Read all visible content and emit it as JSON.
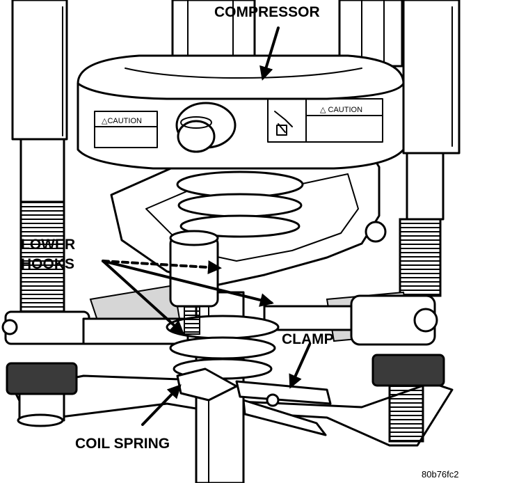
{
  "labels": {
    "compressor": "COMPRESSOR",
    "lower_hooks_line1": "LOWER",
    "lower_hooks_line2": "HOOKS",
    "clamp": "CLAMP",
    "coil_spring": "COIL SPRING",
    "caution_left": "△CAUTION",
    "caution_right": "△ CAUTION",
    "figure_code": "80b76fc2"
  },
  "colors": {
    "ink": "#000000",
    "paper": "#ffffff",
    "shade": "#d6d6d6"
  }
}
